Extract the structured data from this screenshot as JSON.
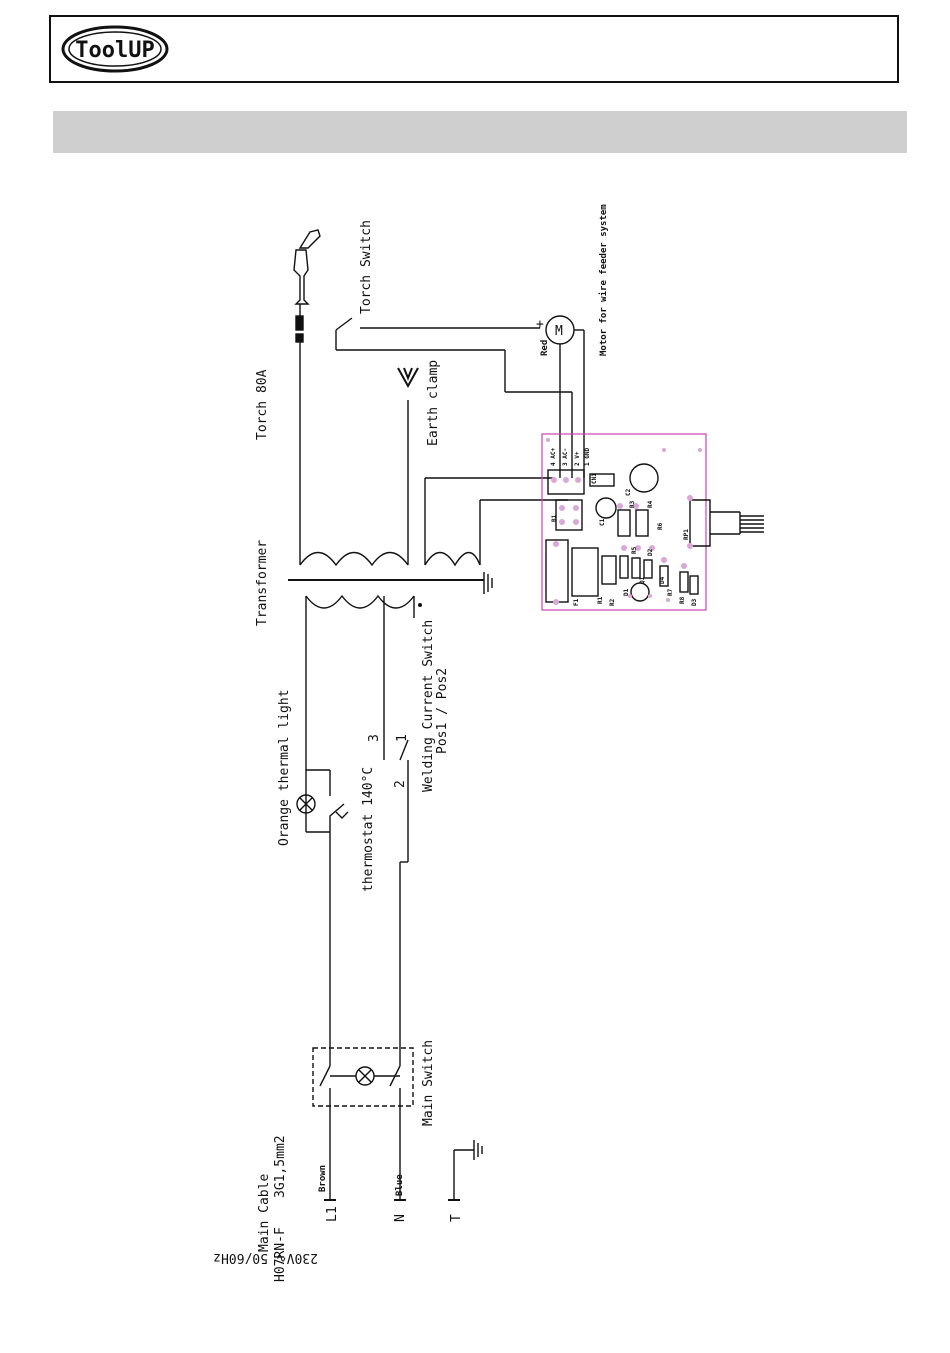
{
  "logo": {
    "text": "ToolUP"
  },
  "labels": {
    "torch": "Torch  80A",
    "torch_switch": "Torch Switch",
    "earth_clamp": "Earth clamp",
    "transformer": "Transformer",
    "orange_light": "Orange thermal light",
    "thermostat": "thermostat 140°C",
    "welding_switch": "Welding Current Switch",
    "welding_switch_pos": "Pos1 / Pos2",
    "main_switch": "Main Switch",
    "main_cable": "Main Cable",
    "cable_spec": "H07RN-F",
    "cable_size": "3G1,5mm2",
    "brown": "Brown",
    "blue": "Blue",
    "l1": "L1",
    "n": "N",
    "t": "T",
    "voltage": "230V∿ 50/60Hz",
    "motor": "Motor for wire feeder system",
    "red": "Red",
    "plus": "+",
    "m": "M",
    "pos1": "1",
    "pos2": "2",
    "pos3": "3"
  },
  "pcb": {
    "terminals": [
      "4 AC+",
      "3 AC-",
      "2 V+",
      "1 GND"
    ],
    "parts": [
      "CN1",
      "B1",
      "C1",
      "C2",
      "R3",
      "R4",
      "R5",
      "R6",
      "D1",
      "D2",
      "D4",
      "R7",
      "R8",
      "R1",
      "R2",
      "F1",
      "Q1",
      "RP1",
      "D3"
    ]
  },
  "colors": {
    "pcb_outline": "#cc44aa",
    "pad": "#d9a8d6",
    "band": "#cfcfcf"
  }
}
